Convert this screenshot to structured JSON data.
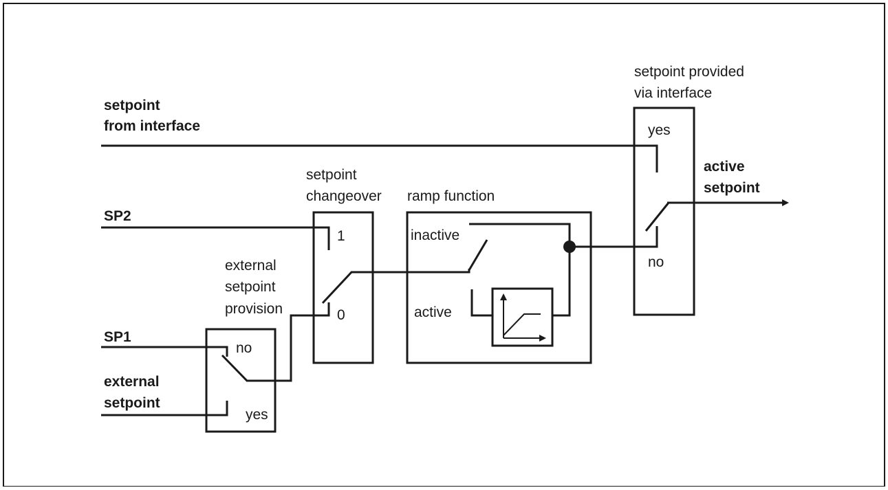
{
  "inputs": {
    "setpoint_from_interface": [
      "setpoint",
      "from interface"
    ],
    "sp2": "SP2",
    "sp1": "SP1",
    "external_setpoint": [
      "external",
      "setpoint"
    ]
  },
  "blocks": {
    "external_provision": {
      "title": [
        "external",
        "setpoint",
        "provision"
      ],
      "no": "no",
      "yes": "yes"
    },
    "changeover": {
      "title": [
        "setpoint",
        "changeover"
      ],
      "one": "1",
      "zero": "0"
    },
    "ramp": {
      "title": "ramp function",
      "inactive": "inactive",
      "active": "active"
    },
    "interface_switch": {
      "title": [
        "setpoint provided",
        "via interface"
      ],
      "yes": "yes",
      "no": "no"
    }
  },
  "output": [
    "active",
    "setpoint"
  ],
  "colors": {
    "line": "#1a1a1a",
    "background": "#ffffff"
  },
  "icons": {
    "output_arrow": "arrow-right-icon",
    "junction": "junction-dot-icon",
    "ramp_graph": "ramp-graph-icon"
  }
}
